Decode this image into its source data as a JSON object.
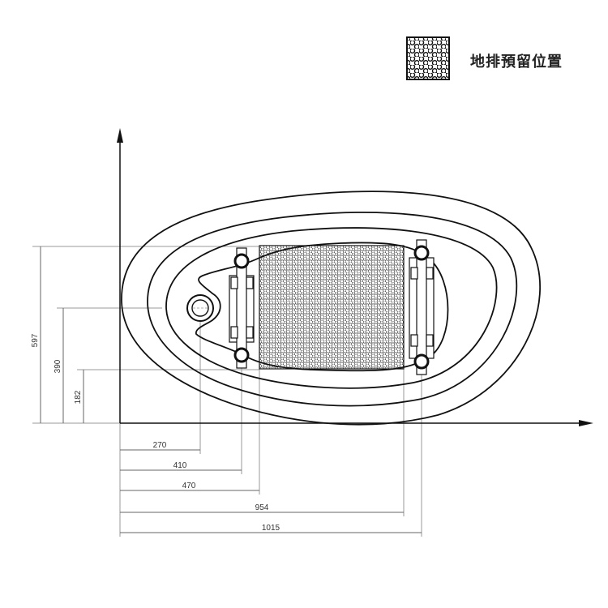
{
  "legend": {
    "label": "地排預留位置",
    "icon": "hex-mesh-swatch-icon"
  },
  "dimensions": {
    "vertical": [
      "597",
      "390",
      "182"
    ],
    "horizontal": [
      "270",
      "410",
      "470",
      "954",
      "1015"
    ]
  },
  "colors": {
    "line": "#111111",
    "dim_line": "#999999"
  }
}
